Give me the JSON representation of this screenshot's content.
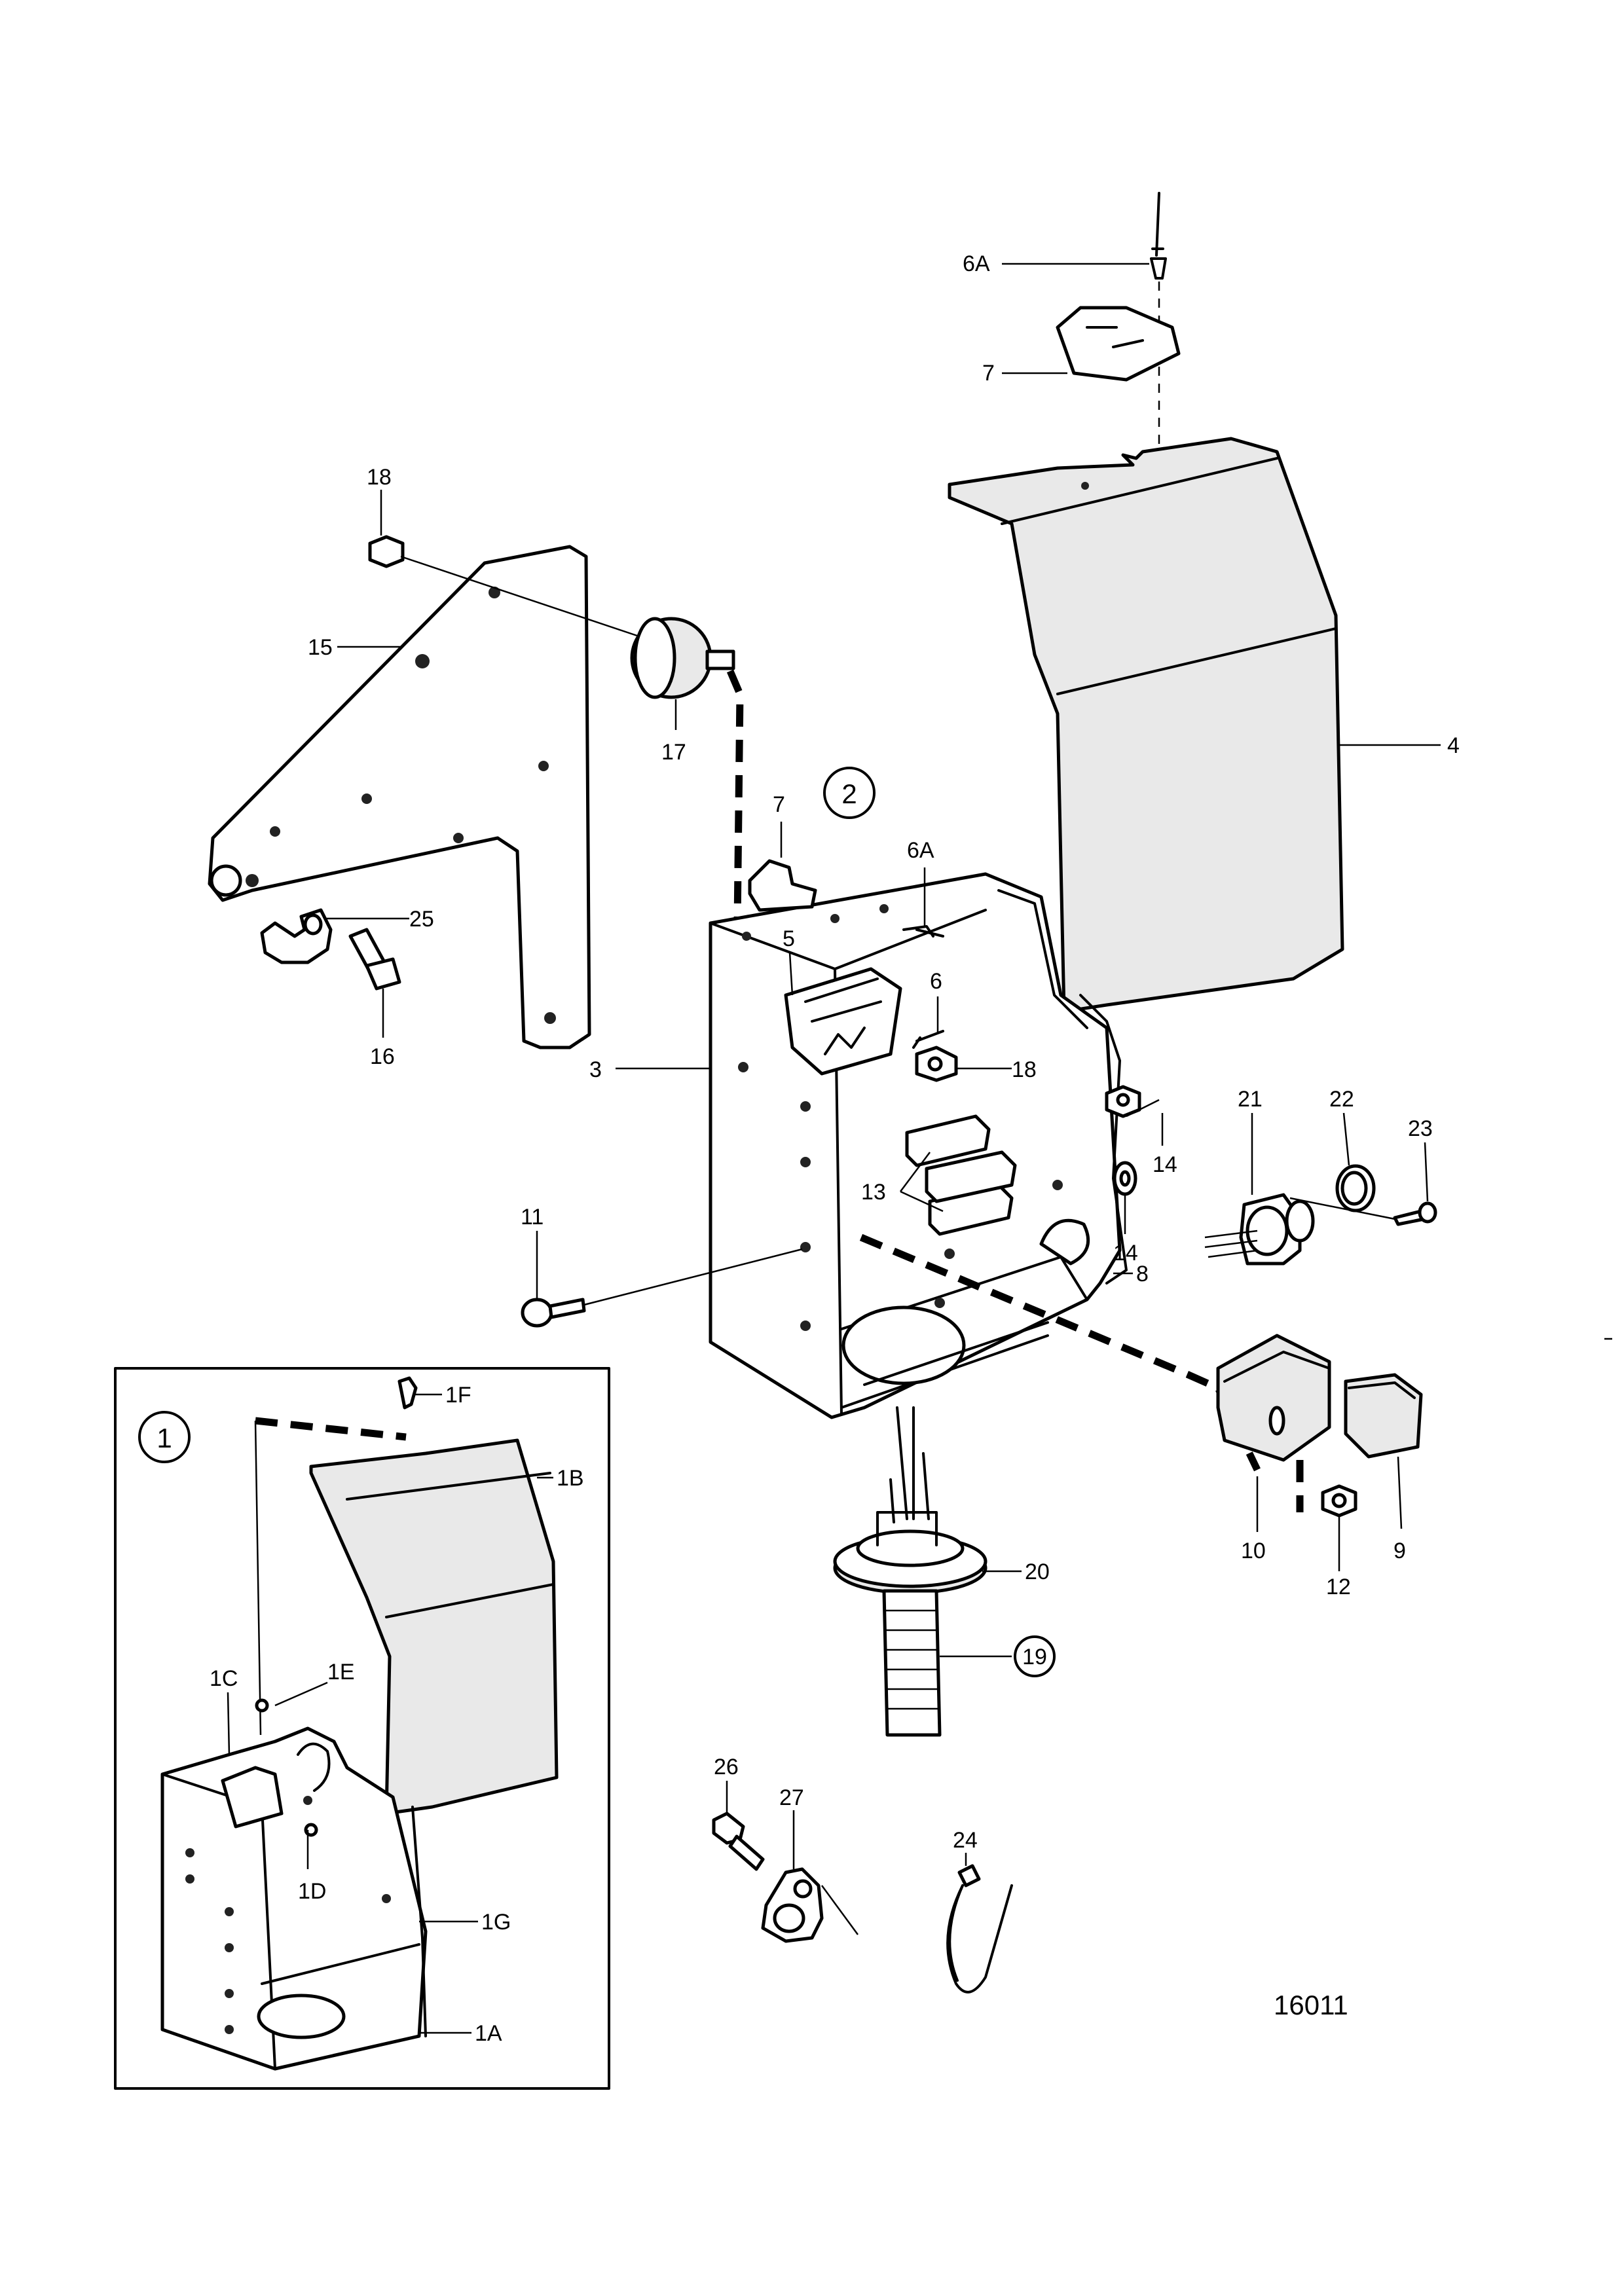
{
  "labels": {
    "l6A_top": "6A",
    "l7_top": "7",
    "l18_top": "18",
    "l15": "15",
    "l17": "17",
    "l4": "4",
    "l2": "2",
    "l7_mid": "7",
    "l6A_mid": "6A",
    "l5": "5",
    "l6": "6",
    "l25": "25",
    "l16": "16",
    "l3": "3",
    "l18_mid": "18",
    "l21": "21",
    "l22": "22",
    "l23": "23",
    "l14_a": "14",
    "l14_b": "14",
    "l13": "13",
    "l11": "11",
    "l8": "8",
    "l10": "10",
    "l9": "9",
    "l12": "12",
    "l20": "20",
    "l19": "19",
    "l26": "26",
    "l27": "27",
    "l24": "24",
    "l1": "1",
    "l1F": "1F",
    "l1B": "1B",
    "l1C": "1C",
    "l1E": "1E",
    "l1D": "1D",
    "l1G": "1G",
    "l1A": "1A"
  },
  "drawing_number": "16011"
}
